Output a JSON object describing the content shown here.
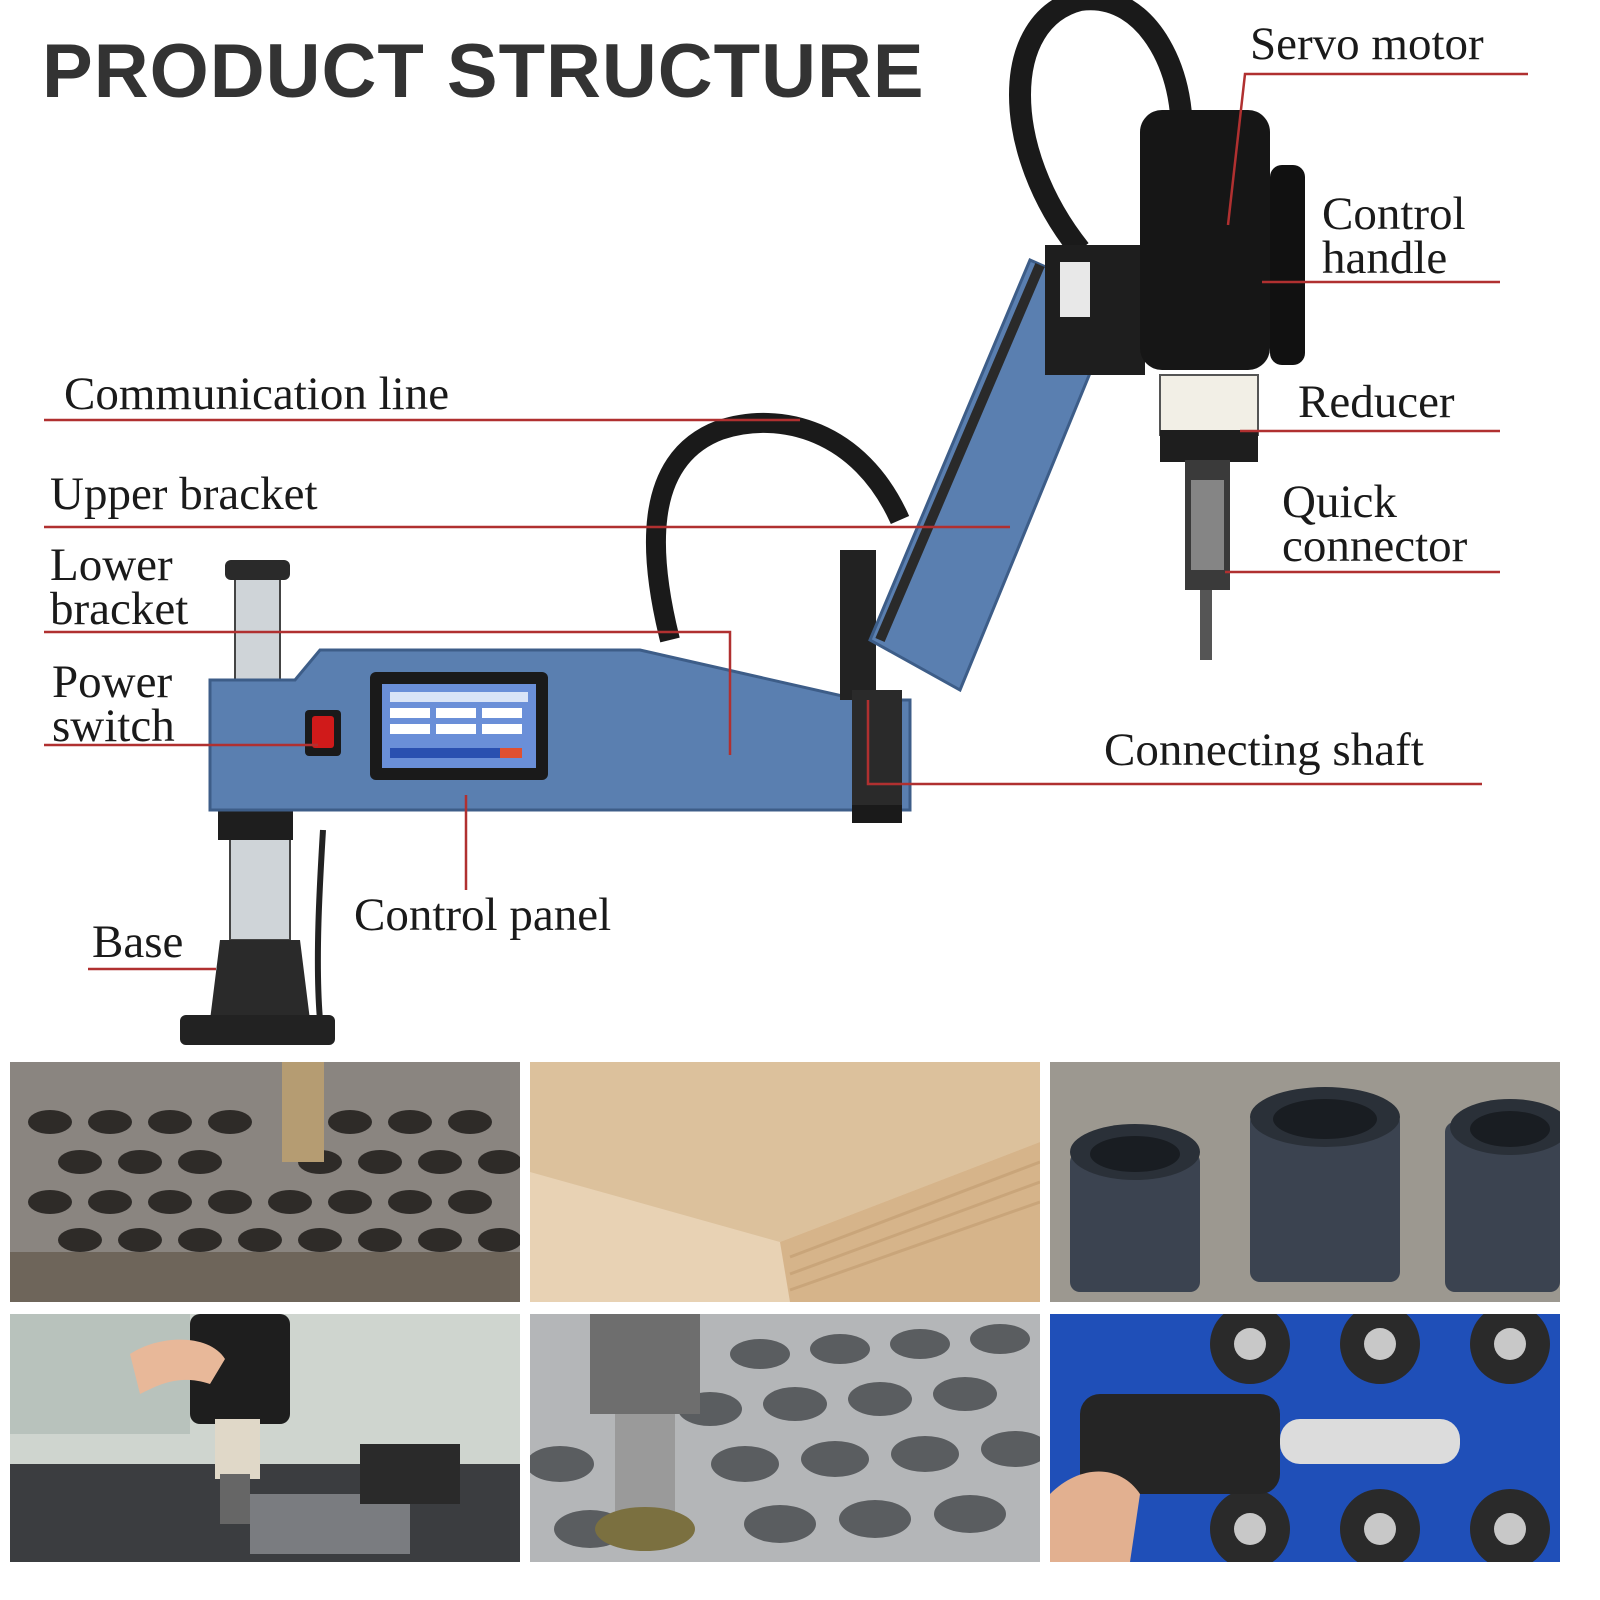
{
  "title": "PRODUCT STRUCTURE",
  "labels": {
    "servo_motor": "Servo motor",
    "control_handle": "Control\nhandle",
    "reducer": "Reducer",
    "quick_connector": "Quick\nconnector",
    "connecting_shaft": "Connecting shaft",
    "communication_line": "Communication line",
    "upper_bracket": "Upper bracket",
    "lower_bracket": "Lower\nbracket",
    "power_switch": "Power\nswitch",
    "control_panel": "Control panel",
    "base": "Base"
  },
  "colors": {
    "title": "#333333",
    "leader_line": "#b03030",
    "machine_blue": "#5a7fb0",
    "machine_dark": "#1c1c1c",
    "power_switch": "#d01a1a"
  },
  "photos": [
    "tapped-steel-plate",
    "layered-wood-board",
    "threaded-plastic-fittings",
    "hand-operating-tapping-machine",
    "tapping-aluminum-block",
    "tap-collet-holders"
  ]
}
